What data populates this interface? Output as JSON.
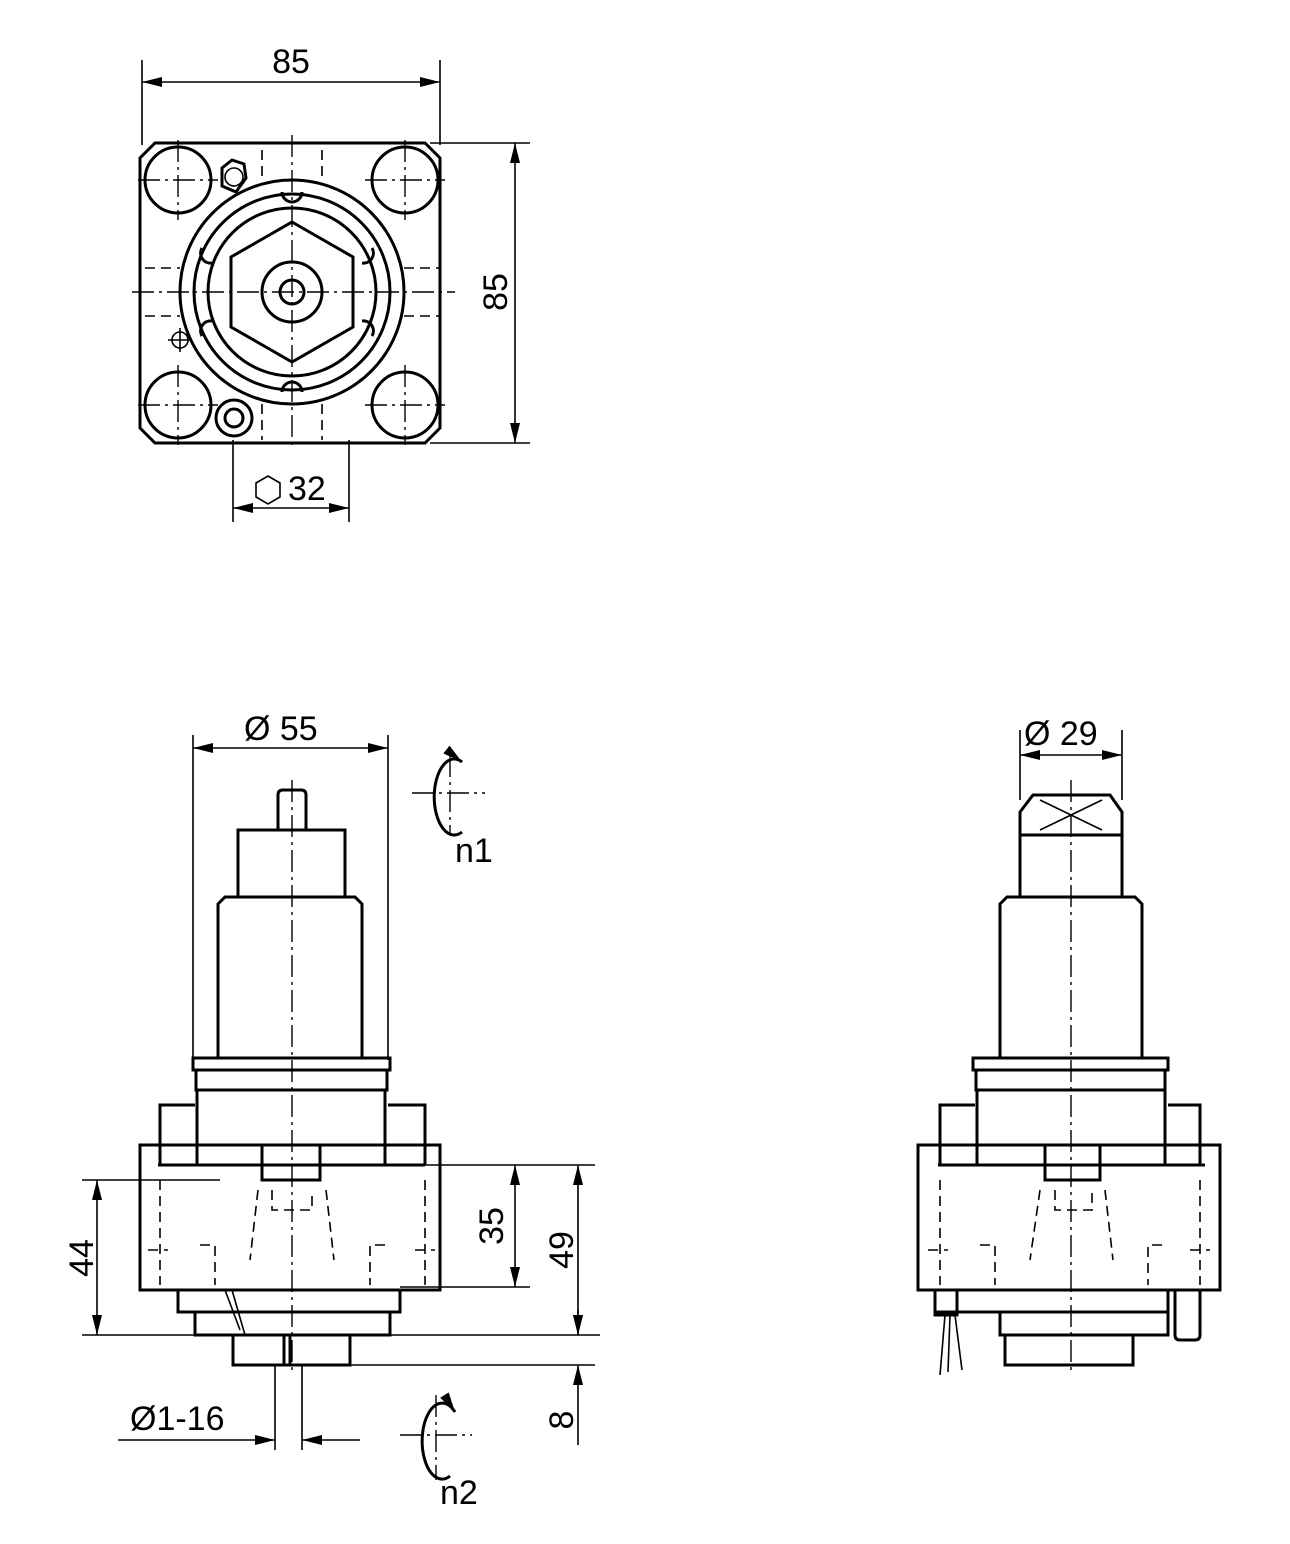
{
  "title": "Technical drawing: rotary unit, top, front and side views",
  "top_view": {
    "width_dim": "85",
    "height_dim": "85",
    "hex_size_dim": "32"
  },
  "front_view": {
    "diameter_dim": "Ø 55",
    "rotation_top_label": "n1",
    "height_44": "44",
    "height_35": "35",
    "height_49": "49",
    "shaft_diameter_dim": "Ø1-16",
    "protrusion_dim": "8",
    "rotation_bottom_label": "n2"
  },
  "side_view": {
    "diameter_dim": "Ø 29"
  }
}
